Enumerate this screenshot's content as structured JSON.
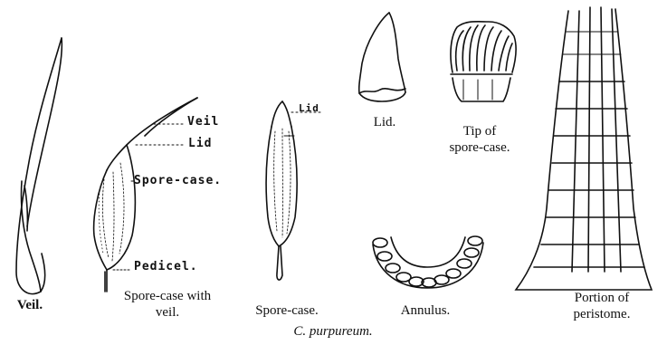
{
  "figure": {
    "title": "C. purpureum.",
    "captions": {
      "veil": "Veil.",
      "spore_case_with_veil_l1": "Spore-case with",
      "spore_case_with_veil_l2": "veil.",
      "spore_case": "Spore-case.",
      "lid": "Lid.",
      "tip_l1": "Tip of",
      "tip_l2": "spore-case.",
      "annulus": "Annulus.",
      "peristome_l1": "Portion of",
      "peristome_l2": "peristome."
    },
    "handwritten_labels": {
      "veil": "Veil",
      "lid": "Lid",
      "spore_case": "Spore-case.",
      "pedicel": "Pedicel.",
      "lid_small": "Lid"
    }
  }
}
